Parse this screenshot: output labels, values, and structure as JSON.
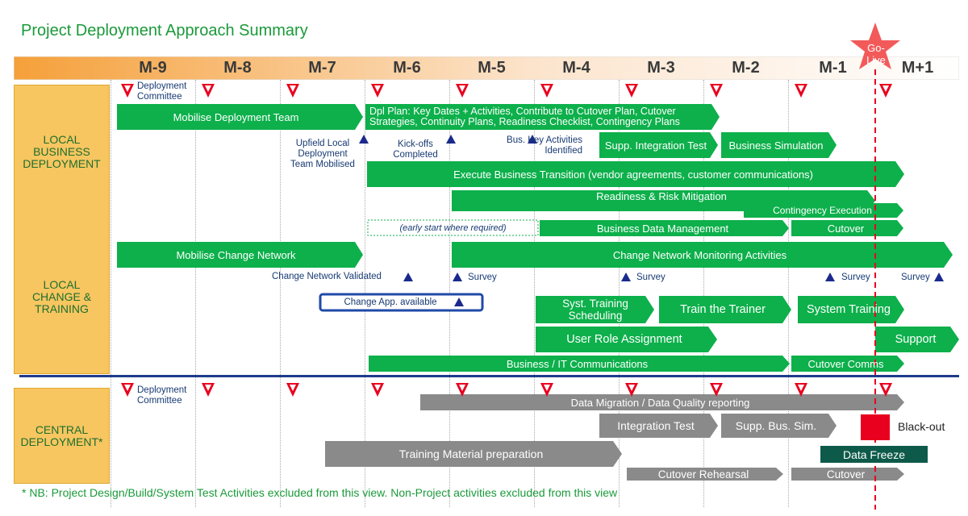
{
  "title": "Project Deployment Approach Summary",
  "months": [
    "M-9",
    "M-8",
    "M-7",
    "M-6",
    "M-5",
    "M-4",
    "M-3",
    "M-2",
    "M-1",
    "M+1"
  ],
  "golive": "Go-Live",
  "lanes": {
    "local_business": "LOCAL BUSINESS DEPLOYMENT",
    "local_change": "LOCAL CHANGE & TRAINING",
    "central": "CENTRAL DEPLOYMENT*"
  },
  "bars": {
    "mobilise_deploy": "Mobilise Deployment Team",
    "dpl_plan": "Dpl Plan: Key Dates + Activities, Contribute to Cutover Plan, Cutover Strategies, Continuity Plans, Readiness Checklist, Contingency Plans",
    "supp_integration": "Supp. Integration Test",
    "business_sim": "Business Simulation",
    "execute_transition": "Execute Business Transition (vendor agreements, customer communications)",
    "readiness_risk": "Readiness & Risk Mitigation",
    "contingency_exec": "Contingency Execution",
    "early_start": "(early start where required)",
    "business_data": "Business Data Management",
    "cutover_local": "Cutover",
    "mobilise_change": "Mobilise Change Network",
    "change_monitoring": "Change Network Monitoring Activities",
    "change_app": "Change App.  available",
    "syst_training": "Syst. Training Scheduling",
    "train_trainer": "Train the Trainer",
    "system_training": "System Training",
    "user_role": "User Role Assignment",
    "support": "Support",
    "business_it_comms": "Business / IT Communications",
    "cutover_comms": "Cutover Comms",
    "data_migration": "Data Migration / Data Quality reporting",
    "integration_test": "Integration Test",
    "supp_bus_sim": "Supp. Bus. Sim.",
    "training_material": "Training Material preparation",
    "cutover_rehearsal": "Cutover Rehearsal",
    "cutover_central": "Cutover",
    "data_freeze": "Data Freeze",
    "blackout": "Black-out"
  },
  "labels": {
    "deploy_committee_1": "Deployment Committee",
    "deploy_committee_2": "Deployment Committee",
    "upfield": "Upfield Local Deployment Team Mobilised",
    "kickoffs": "Kick-offs Completed",
    "bus_key": "Bus. Key Activities Identified",
    "change_validated": "Change Network Validated",
    "survey1": "Survey",
    "survey2": "Survey",
    "survey3": "Survey",
    "survey4": "Survey"
  },
  "footnote": "* NB: Project Design/Build/System Test Activities excluded from this view. Non-Project activities excluded from this view",
  "colors": {
    "green": "#0db04b",
    "gray": "#8a8a8a",
    "lane": "#f7c660",
    "milestone": "#e8001e",
    "navy": "#1a2a8c",
    "darkgreen": "#0e5a4a"
  }
}
